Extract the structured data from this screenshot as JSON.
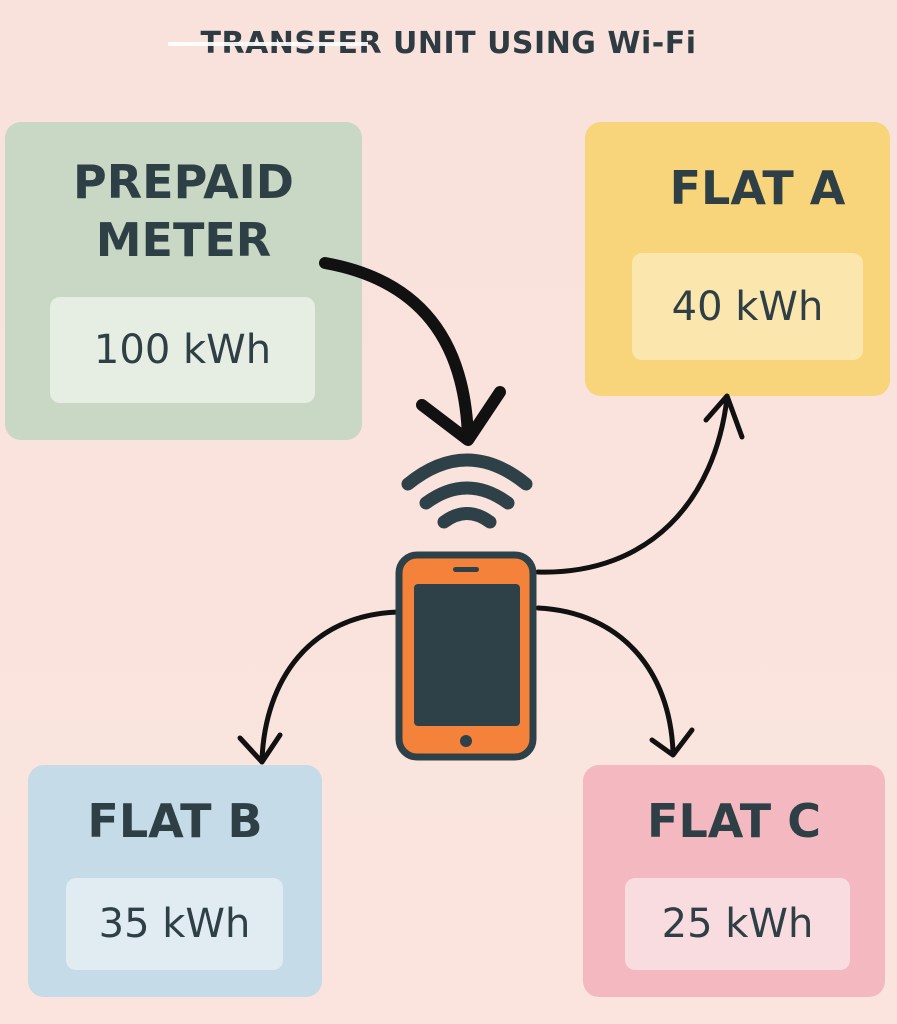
{
  "title": "TRANSFER UNIT USING Wi-Fi",
  "meter": {
    "label_line1": "PREPAID",
    "label_line2": "METER",
    "value": "100 kWh",
    "color": "#c9d8c5"
  },
  "flat_a": {
    "label": "FLAT A",
    "value": "40 kWh",
    "color": "#f8d47a"
  },
  "flat_b": {
    "label": "FLAT B",
    "value": "35 kWh",
    "color": "#c5dbe8"
  },
  "flat_c": {
    "label": "FLAT C",
    "value": "25 kWh",
    "color": "#f4b9c0"
  },
  "phone": {
    "icon": "smartphone-icon",
    "color": "#f5823a"
  },
  "wifi": {
    "icon": "wifi-icon"
  }
}
